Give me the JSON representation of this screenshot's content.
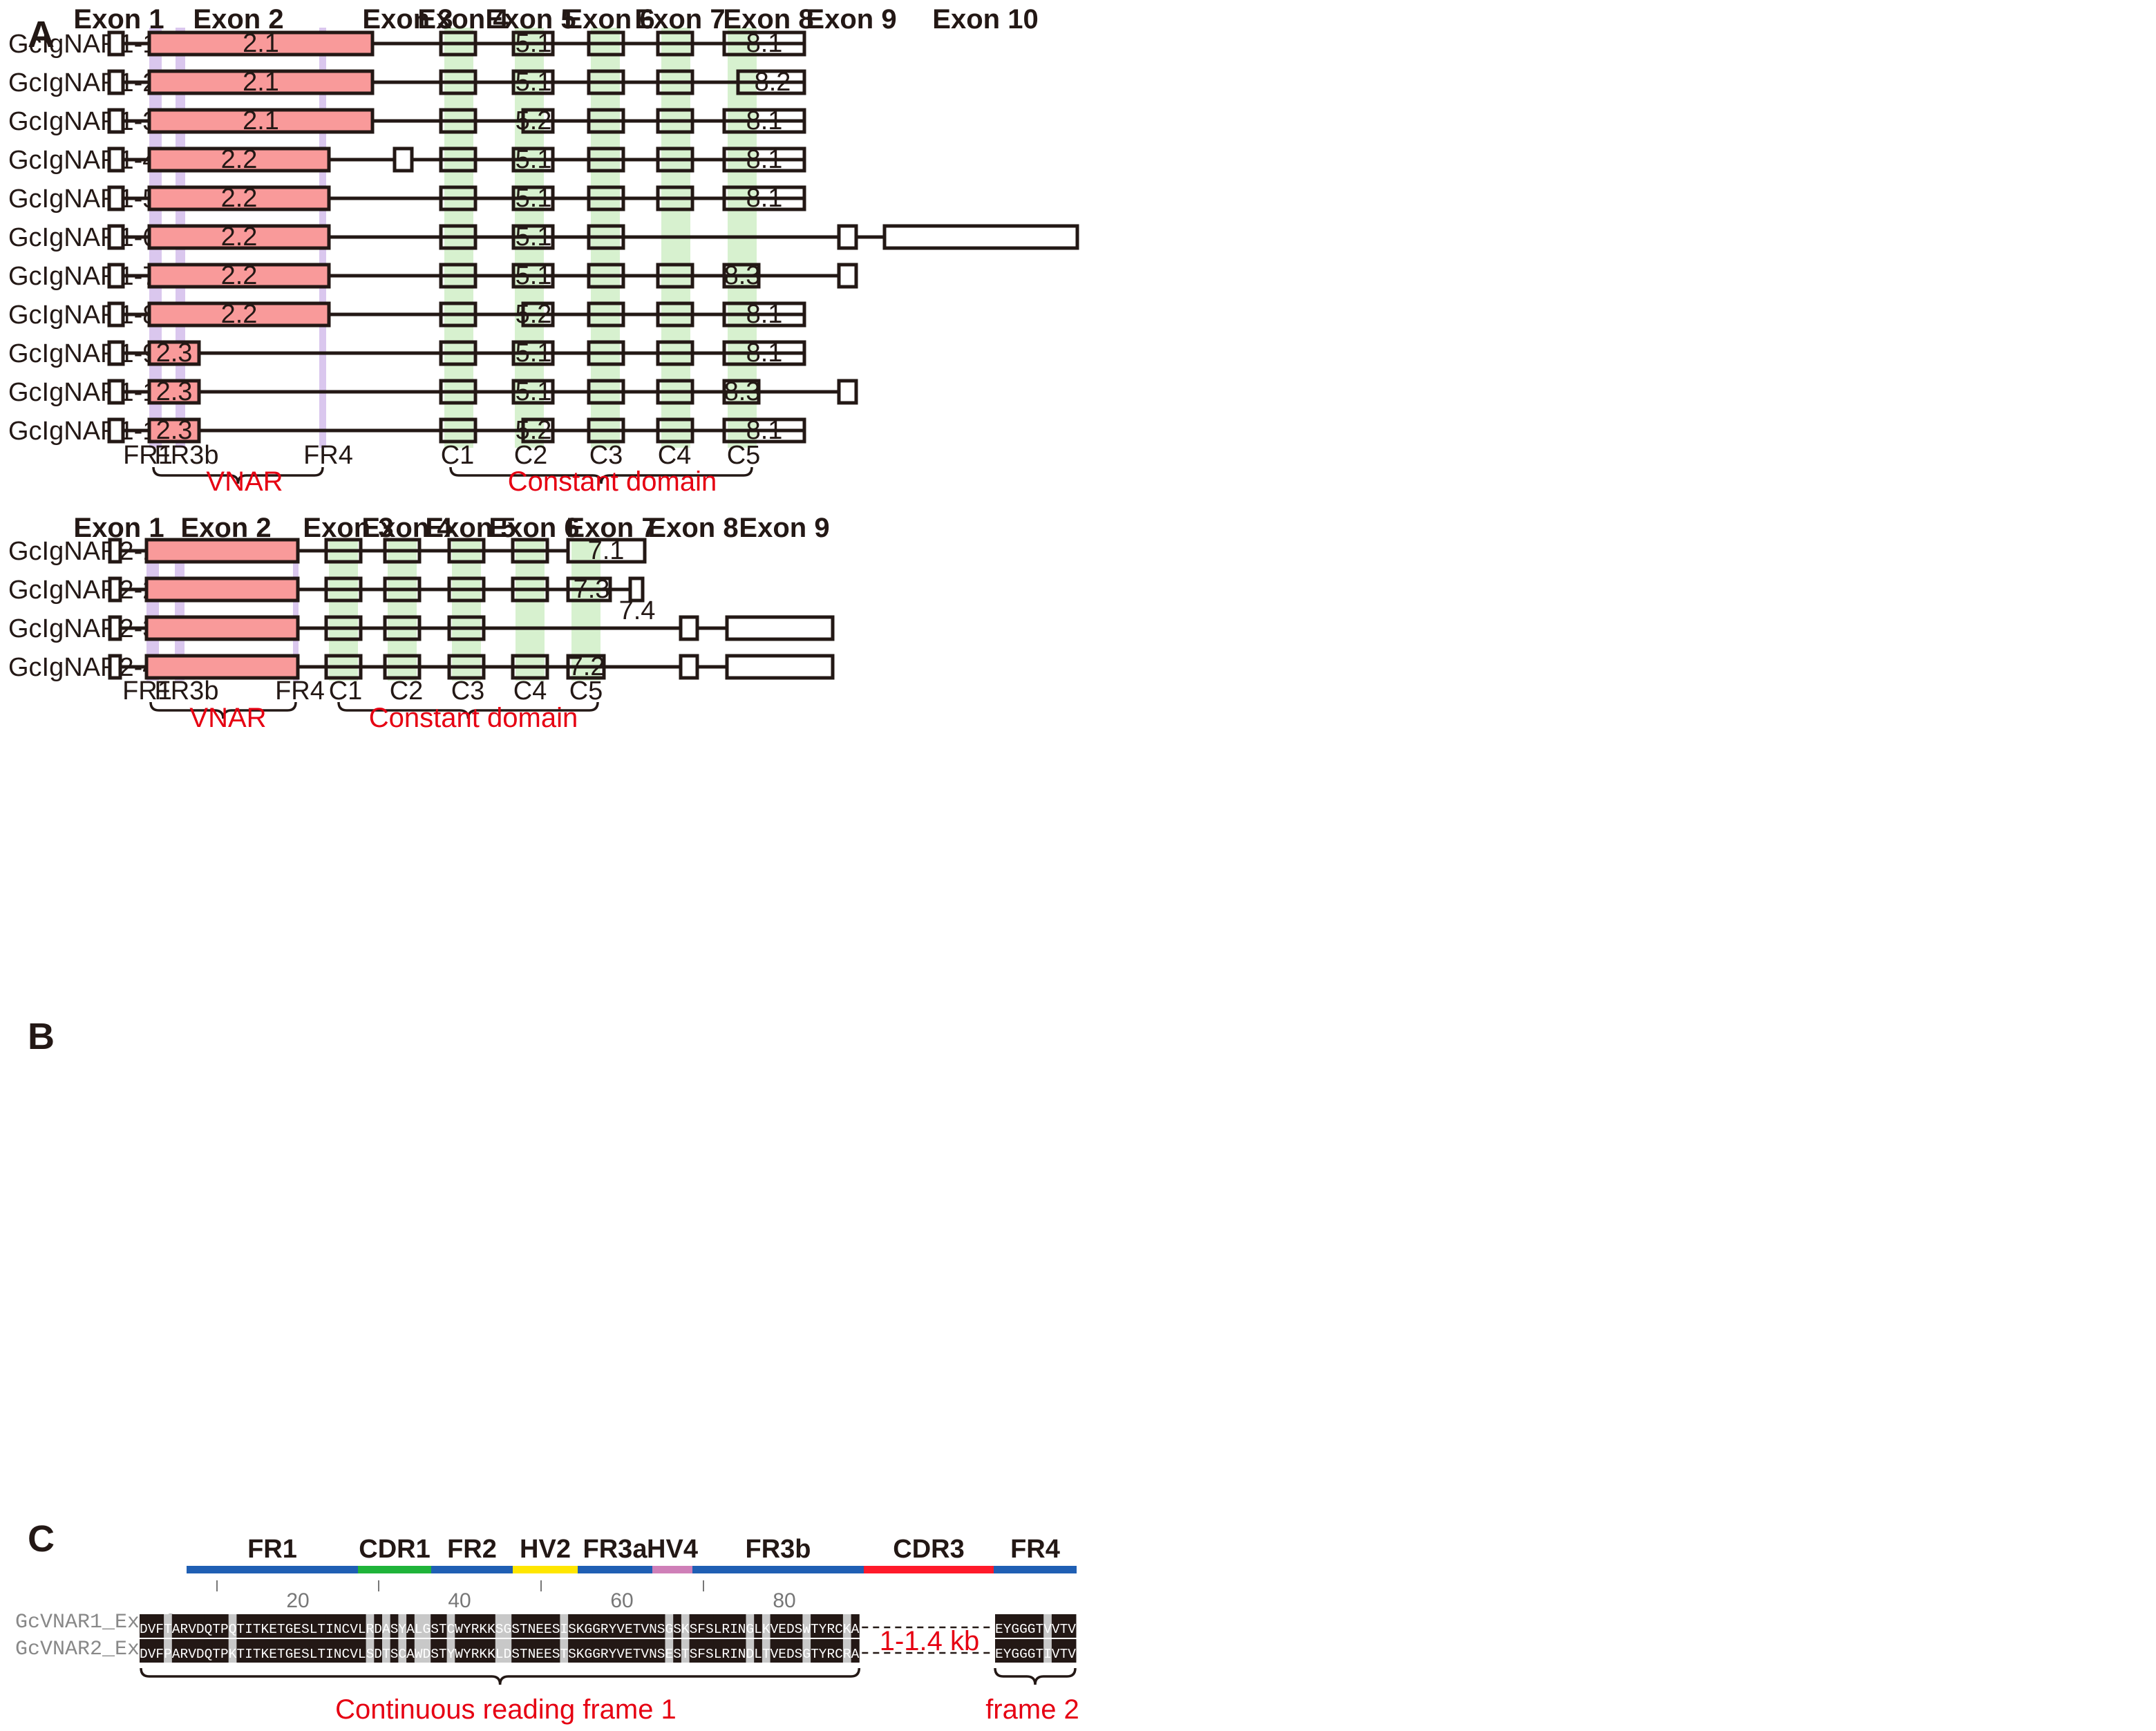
{
  "panel_a": {
    "letter": "A",
    "exon_headers": [
      "Exon 1",
      "Exon 2",
      "Exon 3",
      "Exon 4",
      "Exon 5",
      "Exon 6",
      "Exon 7",
      "Exon 8",
      "Exon 9",
      "Exon 10"
    ],
    "rows": [
      {
        "name": "GcIgNAR1-1",
        "exon2": "2.1",
        "exon3": false,
        "exon5": "5.1",
        "exon7": true,
        "exon8": "8.1",
        "exon9": false,
        "exon10": false
      },
      {
        "name": "GcIgNAR1-2",
        "exon2": "2.1",
        "exon3": false,
        "exon5": "5.1",
        "exon7": true,
        "exon8": "8.2",
        "exon9": false,
        "exon10": false
      },
      {
        "name": "GcIgNAR1-3",
        "exon2": "2.1",
        "exon3": false,
        "exon5": "5.2",
        "exon7": true,
        "exon8": "8.1",
        "exon9": false,
        "exon10": false
      },
      {
        "name": "GcIgNAR1-4",
        "exon2": "2.2",
        "exon3": true,
        "exon5": "5.1",
        "exon7": true,
        "exon8": "8.1",
        "exon9": false,
        "exon10": false
      },
      {
        "name": "GcIgNAR1-5",
        "exon2": "2.2",
        "exon3": false,
        "exon5": "5.1",
        "exon7": true,
        "exon8": "8.1",
        "exon9": false,
        "exon10": false
      },
      {
        "name": "GcIgNAR1-6",
        "exon2": "2.2",
        "exon3": false,
        "exon5": "5.1",
        "exon7": false,
        "exon8": "",
        "exon9": true,
        "exon10": true
      },
      {
        "name": "GcIgNAR1-7",
        "exon2": "2.2",
        "exon3": false,
        "exon5": "5.1",
        "exon7": true,
        "exon8": "8.3",
        "exon9": true,
        "exon10": false
      },
      {
        "name": "GcIgNAR1-8",
        "exon2": "2.2",
        "exon3": false,
        "exon5": "5.2",
        "exon7": true,
        "exon8": "8.1",
        "exon9": false,
        "exon10": false
      },
      {
        "name": "GcIgNAR1-9",
        "exon2": "2.3",
        "exon3": false,
        "exon5": "5.1",
        "exon7": true,
        "exon8": "8.1",
        "exon9": false,
        "exon10": false
      },
      {
        "name": "GcIgNAR1-10",
        "exon2": "2.3",
        "exon3": false,
        "exon5": "5.1",
        "exon7": true,
        "exon8": "8.3",
        "exon9": true,
        "exon10": false
      },
      {
        "name": "GcIgNAR1-11",
        "exon2": "2.3",
        "exon3": false,
        "exon5": "5.2",
        "exon7": true,
        "exon8": "8.1",
        "exon9": false,
        "exon10": false
      }
    ],
    "domain_labels": [
      "FR1",
      "FR3b",
      "FR4",
      "C1",
      "C2",
      "C3",
      "C4",
      "C5"
    ],
    "vnar": "VNAR",
    "constant": "Constant domain"
  },
  "panel_b": {
    "letter": "B",
    "exon_headers": [
      "Exon 1",
      "Exon 2",
      "Exon 3",
      "Exon 4",
      "Exon 5",
      "Exon 6",
      "Exon 7",
      "Exon 8",
      "Exon 9"
    ],
    "rows": [
      {
        "name": "GcIgNAR2-1",
        "exon6": true,
        "exon7": "7.1",
        "exon7b": "",
        "exon8": false,
        "exon9": false
      },
      {
        "name": "GcIgNAR2-2",
        "exon6": true,
        "exon7": "7.3",
        "exon7b": "7.4",
        "exon8": false,
        "exon9": false
      },
      {
        "name": "GcIgNAR2-3",
        "exon6": false,
        "exon7": "",
        "exon7b": "",
        "exon8": true,
        "exon9": true
      },
      {
        "name": "GcIgNAR2-4",
        "exon6": true,
        "exon7": "7.2",
        "exon7b": "",
        "exon8": true,
        "exon9": true
      }
    ],
    "domain_labels": [
      "FR1",
      "FR3b",
      "FR4",
      "C1",
      "C2",
      "C3",
      "C4",
      "C5"
    ],
    "vnar": "VNAR",
    "constant": "Constant domain"
  },
  "panel_c": {
    "letter": "C",
    "segments": [
      {
        "label": "FR1",
        "color": "#1f5fb4"
      },
      {
        "label": "CDR1",
        "color": "#1fb43a"
      },
      {
        "label": "FR2",
        "color": "#1f5fb4"
      },
      {
        "label": "HV2",
        "color": "#ffe600"
      },
      {
        "label": "FR3a",
        "color": "#1f5fb4"
      },
      {
        "label": "HV4",
        "color": "#cf7fb8"
      },
      {
        "label": "FR3b",
        "color": "#1f5fb4"
      },
      {
        "label": "CDR3",
        "color": "#ff1a2a"
      },
      {
        "label": "FR4",
        "color": "#1f5fb4"
      }
    ],
    "ticks": [
      "20",
      "40",
      "60",
      "80"
    ],
    "seq1_name": "GcVNAR1_Exon2",
    "seq2_name": "GcVNAR2_Exon2",
    "seq1": "DVFTARVDQTPQTITKETGESLTINCVLRDASYALGSTCWYRKKSGSTNEESISKGGRYVETVNSGSKSFSLRINGLKVEDSWTYRCKA",
    "seq2": "DVFPARVDQTPKTITKETGESLTINCVLSDTSCAWDSTYWYRKKLDSTNEESTSKGGRYVETVNSESTSFSLRINDLTVEDSGTYRCRA",
    "seq1_fr4": "EYGGGTVVTV",
    "seq2_fr4": "EYGGGTIVTV",
    "gap_label": "1-1.4 kb",
    "frame1": "Continuous reading frame 1",
    "frame2": "frame 2"
  }
}
